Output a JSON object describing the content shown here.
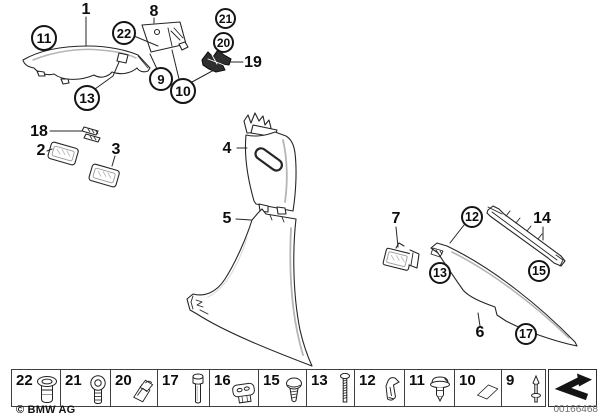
{
  "meta": {
    "copyright": "© BMW AG",
    "image_number": "00166468"
  },
  "callouts": {
    "n1": "1",
    "n2": "2",
    "n3": "3",
    "n4": "4",
    "n5": "5",
    "n6": "6",
    "n7": "7",
    "n8": "8",
    "n9": "9",
    "n10": "10",
    "n11": "11",
    "n12": "12",
    "n13": "13",
    "n14": "14",
    "n15": "15",
    "n17": "17",
    "n18": "18",
    "n19": "19",
    "n20": "20",
    "n21": "21",
    "n22": "22"
  },
  "legend": {
    "cells": [
      {
        "number": "22",
        "icon": "grommet-icon"
      },
      {
        "number": "21",
        "icon": "round-head-screw-icon"
      },
      {
        "number": "20",
        "icon": "spring-clip-icon"
      },
      {
        "number": "17",
        "icon": "cylinder-bolt-icon"
      },
      {
        "number": "16",
        "icon": "expanding-nut-icon"
      },
      {
        "number": "15",
        "icon": "washer-screw-icon"
      },
      {
        "number": "13",
        "icon": "long-screw-icon"
      },
      {
        "number": "12",
        "icon": "sheet-clip-icon"
      },
      {
        "number": "11",
        "icon": "expanding-rivet-icon"
      },
      {
        "number": "10",
        "icon": "adhesive-pad-icon"
      },
      {
        "number": "9",
        "icon": "locking-pin-icon"
      }
    ],
    "nav_icon": "overview-arrow-icon"
  },
  "colors": {
    "line": "#262626",
    "shade": "#b5b5b5",
    "dark_fill": "#2e2e2e",
    "number_gray": "#6e6e6e"
  }
}
